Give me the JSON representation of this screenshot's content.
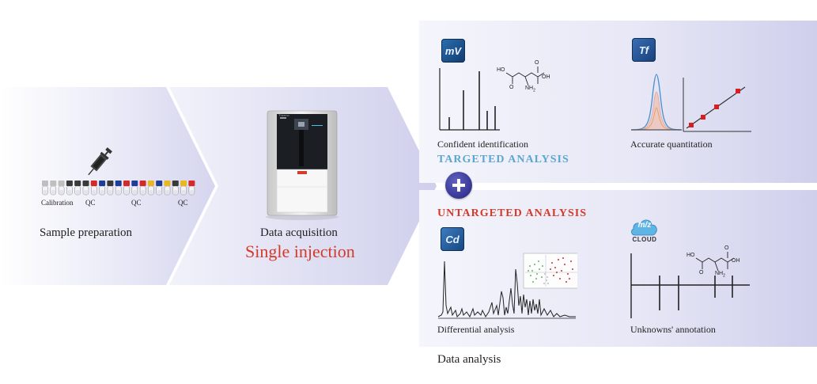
{
  "steps": {
    "sample_preparation": "Sample preparation",
    "data_acquisition": "Data acquisition",
    "single_injection": "Single injection",
    "data_analysis": "Data analysis"
  },
  "vials": {
    "labels": [
      "Calibration",
      "QC",
      "QC",
      "QC"
    ],
    "sequence": [
      "light",
      "light",
      "light",
      "dark",
      "dark",
      "dark",
      "red",
      "blue",
      "dark",
      "blue",
      "red",
      "blue",
      "red",
      "yellow",
      "blue",
      "yellow",
      "dark",
      "yellow",
      "red"
    ]
  },
  "targeted": {
    "heading": "TARGETED ANALYSIS",
    "heading_color": "#5aa6cf",
    "identification_label": "Confident identification",
    "quantitation_label": "Accurate quantitation",
    "mv_icon": "mV",
    "tf_icon": "Tf"
  },
  "untargeted": {
    "heading": "UNTARGETED ANALYSIS",
    "heading_color": "#d43a2a",
    "differential_label": "Differential analysis",
    "unknowns_label": "Unknowns' annotation",
    "cd_icon": "Cd",
    "mz_icon": "m/z",
    "cloud_label": "CLOUD"
  },
  "molecule": {
    "ho": "HO",
    "oh": "OH",
    "o1": "O",
    "o2": "O",
    "nh2": "NH",
    "sub2": "2"
  },
  "instrument": {
    "brand": "Thermo"
  },
  "colors": {
    "accent_red": "#d43a2a",
    "accent_blue": "#5aa6cf",
    "plus_circle": "#3b3b9a",
    "quant_points": "#d42020"
  }
}
